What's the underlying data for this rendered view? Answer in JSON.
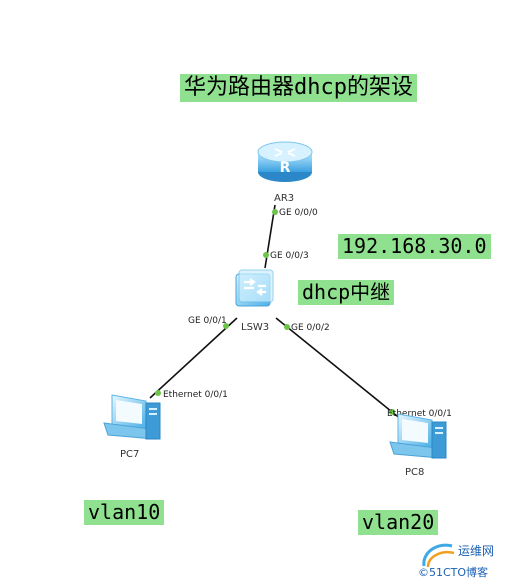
{
  "title": "华为路由器dhcp的架设",
  "network_label": "192.168.30.0",
  "relay_label": "dhcp中继",
  "vlan_left": "vlan10",
  "vlan_right": "vlan20",
  "devices": {
    "router": "AR3",
    "switch": "LSW3",
    "pc_left": "PC7",
    "pc_right": "PC8"
  },
  "ports": {
    "router_down": "GE 0/0/0",
    "switch_up": "GE 0/0/3",
    "switch_left": "GE 0/0/1",
    "switch_right": "GE 0/0/2",
    "pc_left": "Ethernet 0/0/1",
    "pc_right": "Ethernet 0/0/1"
  },
  "watermark": {
    "site_name": "运维网",
    "domain": "©51CTO博客"
  }
}
